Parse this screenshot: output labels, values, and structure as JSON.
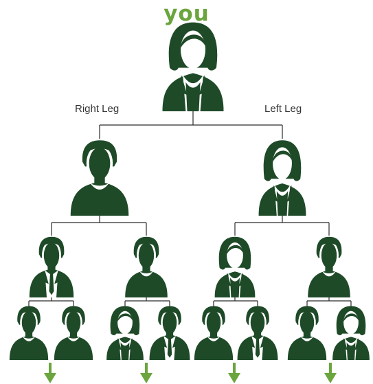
{
  "diagram": {
    "title": "you",
    "right_leg_label": "Right Leg",
    "left_leg_label": "Left Leg"
  },
  "colors": {
    "figure": "#1e4a28",
    "accent": "#6aa53e",
    "line": "#2b2b2b",
    "label": "#333333"
  },
  "nodes": [
    {
      "id": "you",
      "icon": "woman-icon"
    },
    {
      "id": "l1-right",
      "icon": "man-icon"
    },
    {
      "id": "l1-left",
      "icon": "woman-icon"
    },
    {
      "id": "l2-1",
      "icon": "businessman-icon"
    },
    {
      "id": "l2-2",
      "icon": "man-icon"
    },
    {
      "id": "l2-3",
      "icon": "woman-icon"
    },
    {
      "id": "l2-4",
      "icon": "man-icon"
    },
    {
      "id": "l3-1",
      "icon": "man-icon"
    },
    {
      "id": "l3-2",
      "icon": "man-icon"
    },
    {
      "id": "l3-3",
      "icon": "woman-icon"
    },
    {
      "id": "l3-4",
      "icon": "businessman-icon"
    },
    {
      "id": "l3-5",
      "icon": "man-icon"
    },
    {
      "id": "l3-6",
      "icon": "businessman-icon"
    },
    {
      "id": "l3-7",
      "icon": "man-icon"
    },
    {
      "id": "l3-8",
      "icon": "woman-icon"
    }
  ]
}
